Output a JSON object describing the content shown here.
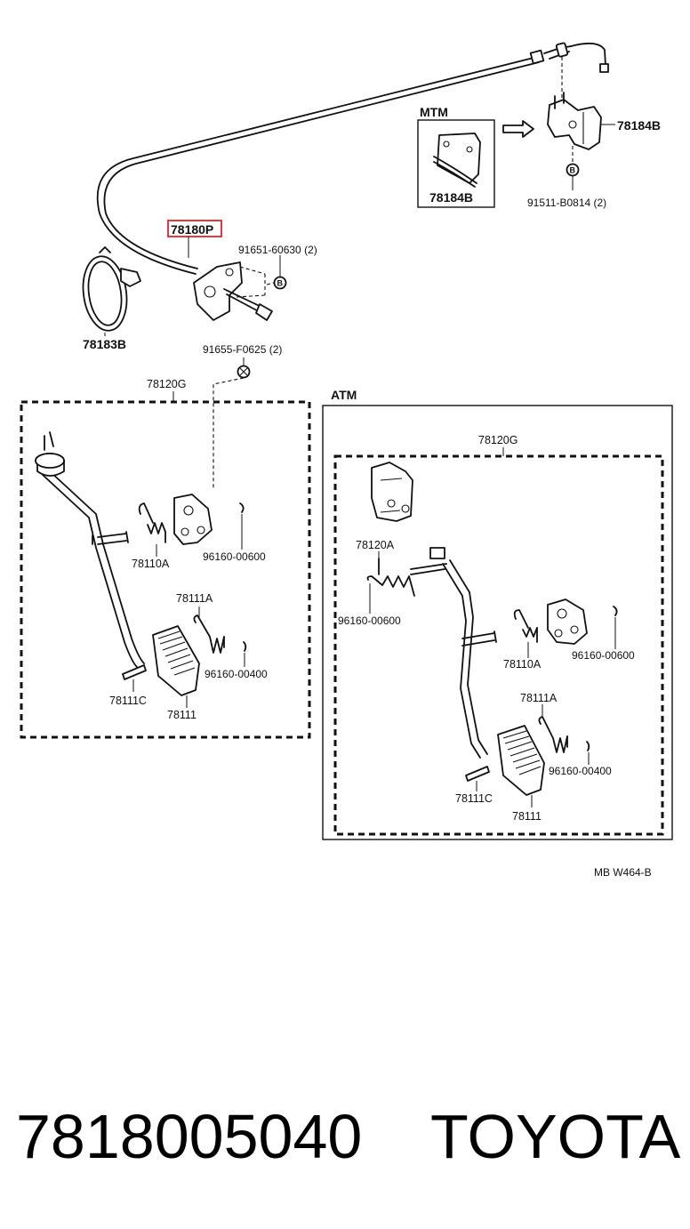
{
  "diagram": {
    "labels": {
      "p78180P": "78180P",
      "p91651": "91651-60630  (2)",
      "p78183B": "78183B",
      "p91655": "91655-F0625  (2)",
      "mtm": "MTM",
      "p78184B_mtm": "78184B",
      "p78184B": "78184B",
      "p91511": "91511-B0814  (2)",
      "atm": "ATM",
      "l_78120G": "78120G",
      "l_78110A": "78110A",
      "l_96160_00600": "96160-00600",
      "l_78111A": "78111A",
      "l_96160_00400": "96160-00400",
      "l_78111C": "78111C",
      "l_78111": "78111",
      "r_78120G": "78120G",
      "r_78120A": "78120A",
      "r_96160_00600a": "96160-00600",
      "r_78110A": "78110A",
      "r_96160_00600b": "96160-00600",
      "r_78111A": "78111A",
      "r_96160_00400": "96160-00400",
      "r_78111C": "78111C",
      "r_78111": "78111",
      "drawing_ref": "MB W464-B",
      "bolt_mark": "B"
    },
    "highlight_color": "#e0232a"
  },
  "footer": {
    "part_number": "7818005040",
    "brand": "TOYOTA"
  }
}
